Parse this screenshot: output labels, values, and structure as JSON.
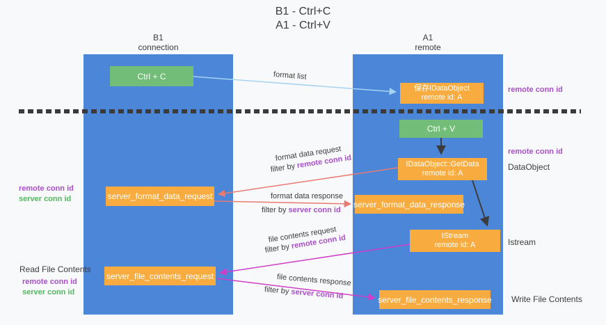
{
  "title": {
    "line1": "B1 - Ctrl+C",
    "line2": "A1 - Ctrl+V"
  },
  "lifelines": {
    "left": {
      "name": "B1",
      "role": "connection"
    },
    "right": {
      "name": "A1",
      "role": "remote"
    }
  },
  "nodes": {
    "ctrl_c": "Ctrl + C",
    "ctrl_v": "Ctrl + V",
    "save_dataobject": {
      "line1": "保存IDataObject",
      "line2": "remote id: A"
    },
    "getdata": {
      "line1": "IDataObject::GetData",
      "line2": "remote id: A"
    },
    "istream": {
      "line1": "IStream",
      "line2": "remote id: A"
    },
    "server_format_data_request": "server_format_data_request",
    "server_format_data_response": "server_format_data_response",
    "server_file_contents_request": "server_file_contents_request",
    "server_file_contents_response": "server_file_contents_response"
  },
  "arrow_labels": {
    "format_list": "format list",
    "format_request": {
      "title": "format data request",
      "filter_prefix": "filter by",
      "filter_value": "remote conn id"
    },
    "format_response": {
      "title": "format data response",
      "filter_prefix": "filter by",
      "filter_value": "server conn id"
    },
    "file_request": {
      "title": "file contents request",
      "filter_prefix": "filter by",
      "filter_value": "remote conn id"
    },
    "file_response": {
      "title": "file contents response",
      "filter_prefix": "filter by",
      "filter_value": "server conn id"
    }
  },
  "annotations": {
    "right_top_conn_id": "remote conn id",
    "right_mid_conn_id": "remote conn id",
    "right_dataobject": "DataObject",
    "right_istream": "Istream",
    "right_write_file": "Write File Contents",
    "left_mid_remote_conn_id": "remote conn id",
    "left_mid_server_conn_id": "server conn id",
    "left_read_file": "Read File Contents",
    "left_bottom_remote_conn_id": "remote conn id",
    "left_bottom_server_conn_id": "server conn id"
  },
  "colors": {
    "column_blue": "#4b86d9",
    "node_green": "#72bd77",
    "node_orange": "#f8ac40",
    "remote_conn_purple": "#a94fc9",
    "server_conn_green": "#52b85f",
    "arrow_salmon": "#e87a72",
    "arrow_magenta": "#ce3ec6",
    "arrow_lightblue": "#a6d3f2",
    "arrow_black": "#3c3c3c"
  }
}
